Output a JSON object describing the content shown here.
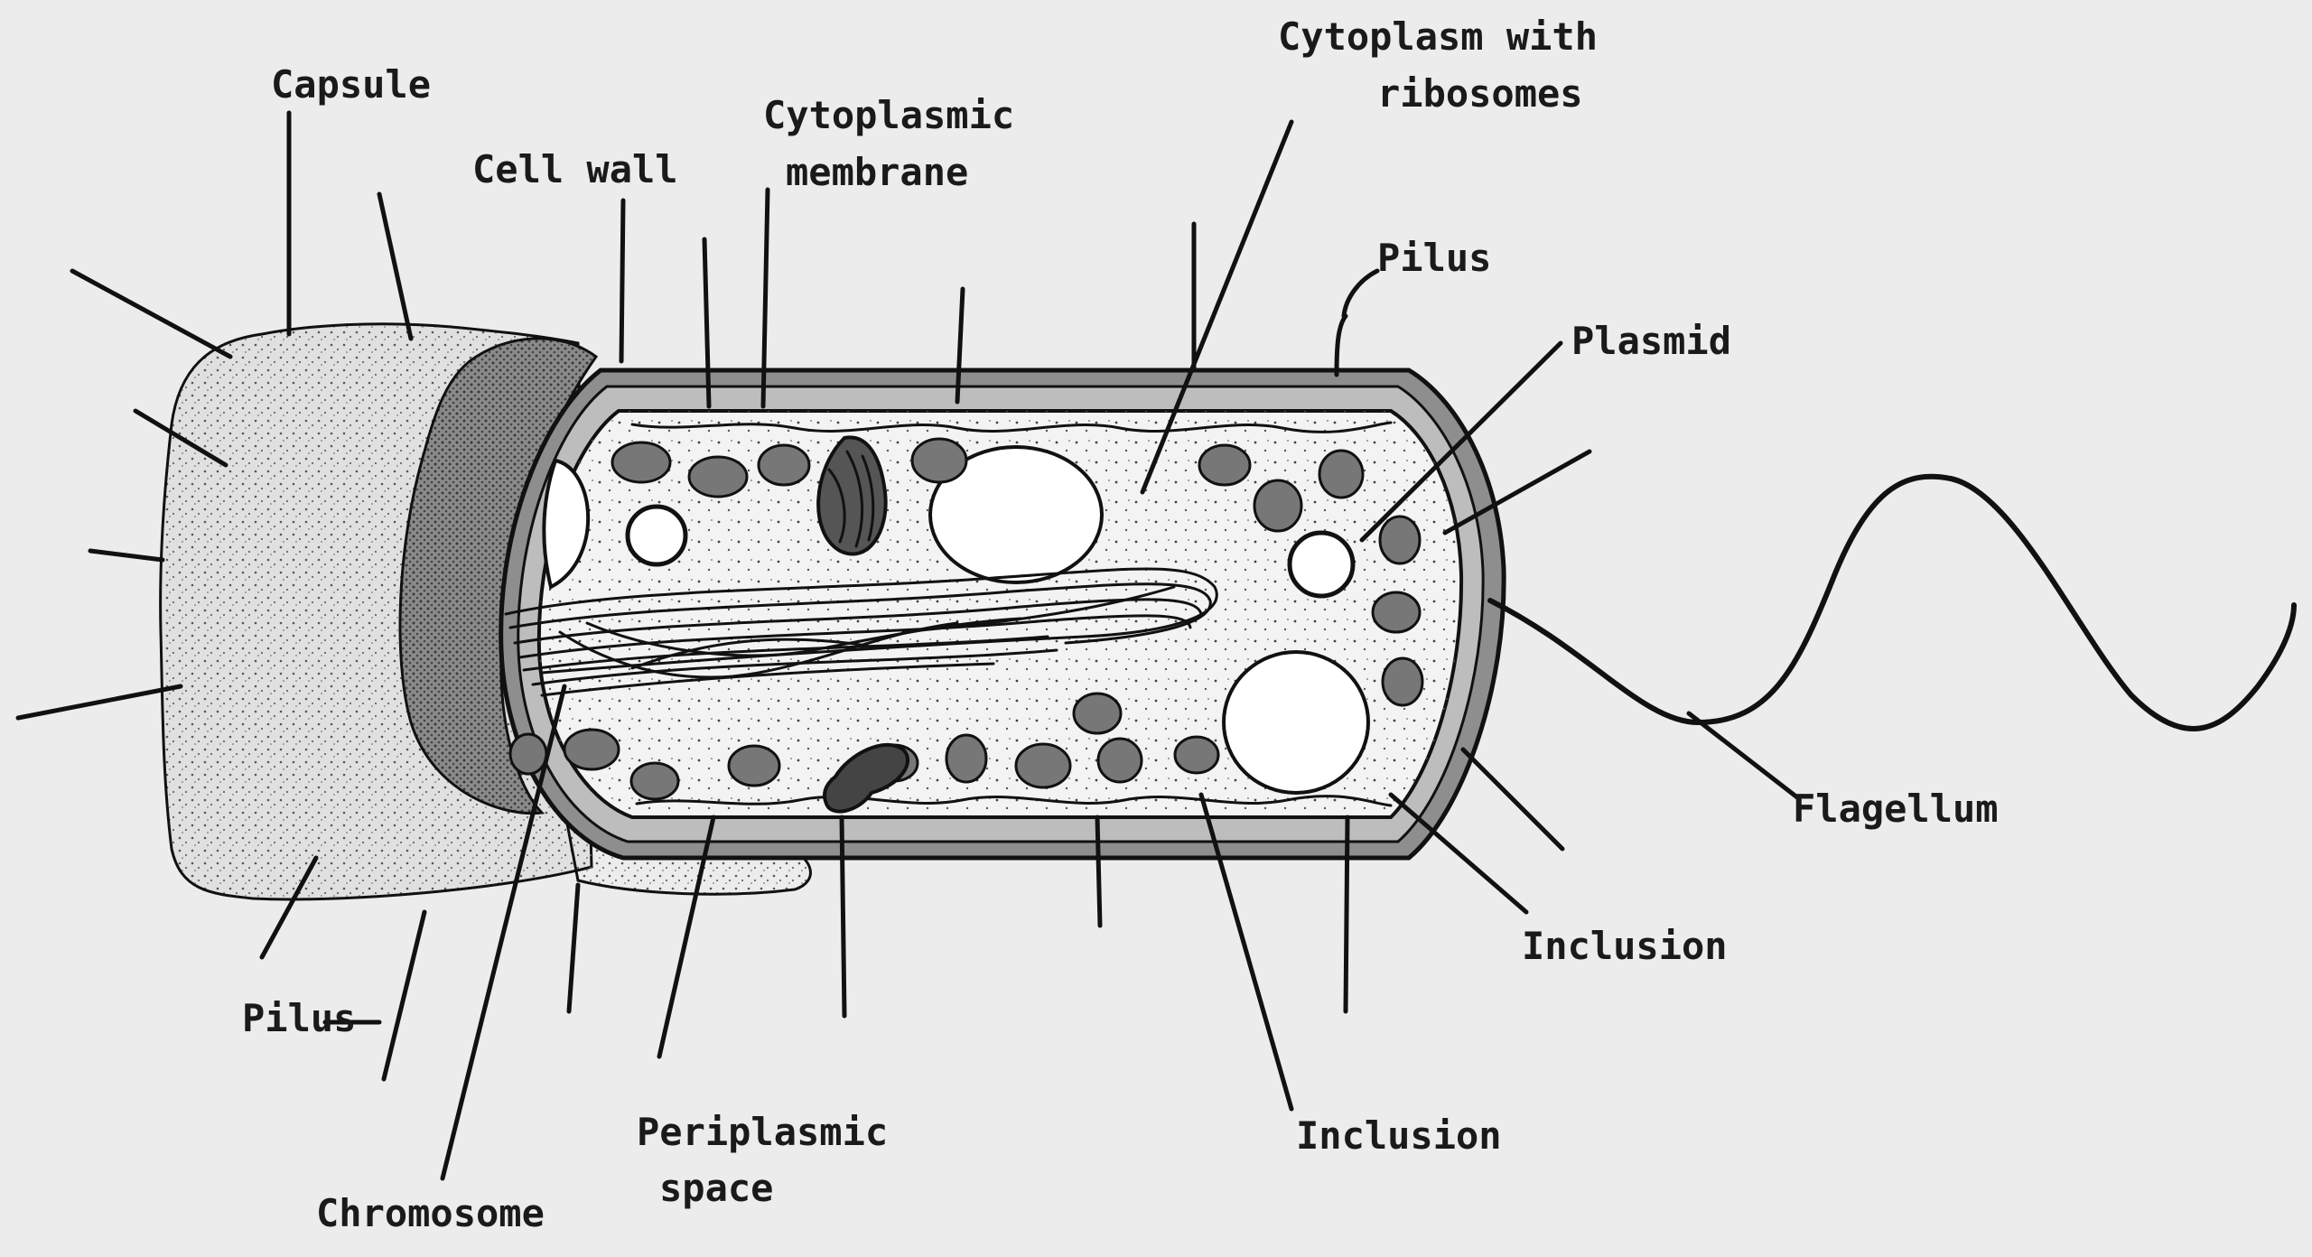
{
  "labels": {
    "capsule": "Capsule",
    "cell_wall": "Cell wall",
    "cyto_membrane_1": "Cytoplasmic",
    "cyto_membrane_2": "membrane",
    "cytoplasm_1": "Cytoplasm with",
    "cytoplasm_2": "ribosomes",
    "pilus_top": "Pilus",
    "plasmid": "Plasmid",
    "flagellum": "Flagellum",
    "inclusion_right": "Inclusion",
    "inclusion_bottom": "Inclusion",
    "periplasmic_1": "Periplasmic",
    "periplasmic_2": "space",
    "chromosome": "Chromosome",
    "pilus_bottom": "Pilus"
  },
  "colors": {
    "background": "#ececec",
    "ink": "#111111",
    "capsule_fill": "#e4e4e4",
    "wall_fill": "#9a9a9a",
    "cytoplasm_fill": "#f2f2f2",
    "inclusion_fill": "#ffffff"
  }
}
